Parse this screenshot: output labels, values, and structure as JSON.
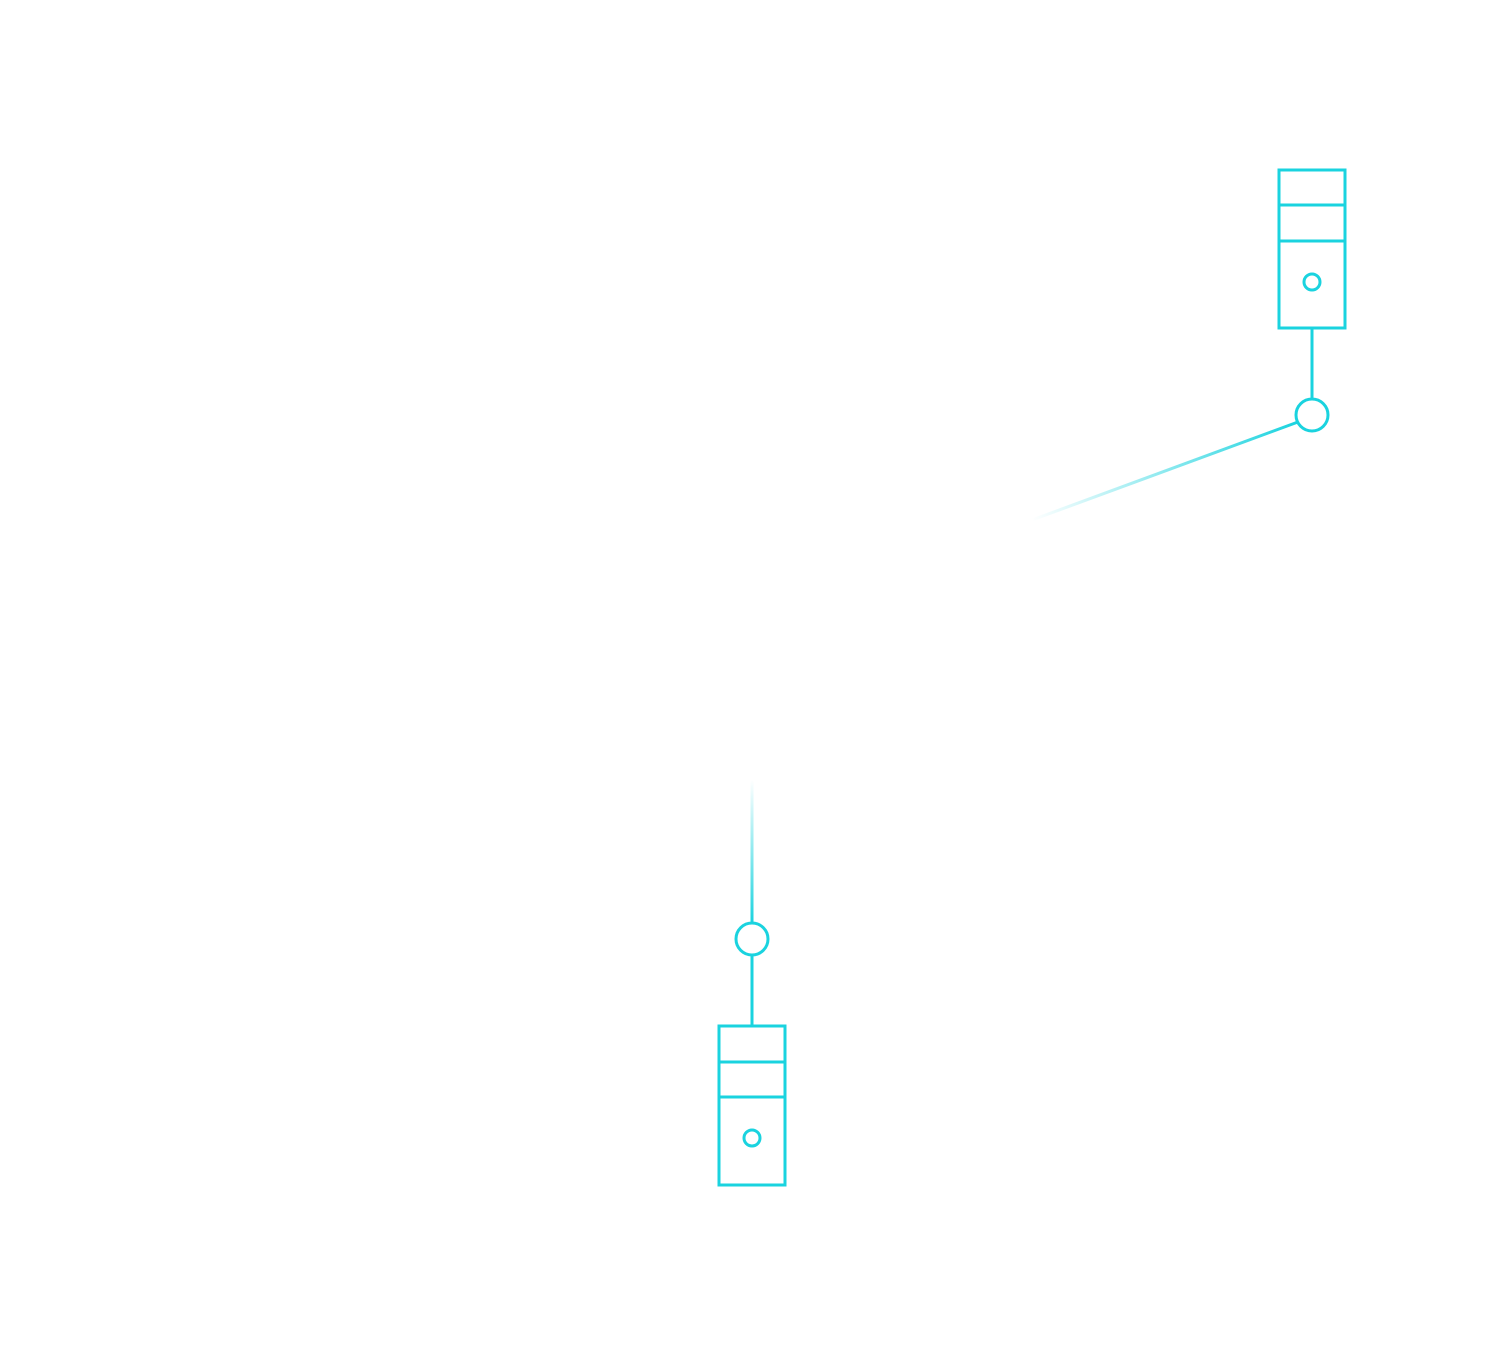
{
  "diagram": {
    "accent_color": "#1ad3df",
    "background_color": "#ffffff",
    "servers": [
      {
        "id": "server-top-right",
        "icon": "server-tower-icon"
      },
      {
        "id": "server-bottom-center",
        "icon": "server-tower-icon"
      }
    ],
    "links": [
      {
        "from": "server-top-right",
        "style": "fading"
      },
      {
        "from": "server-bottom-center",
        "style": "fading"
      }
    ]
  }
}
